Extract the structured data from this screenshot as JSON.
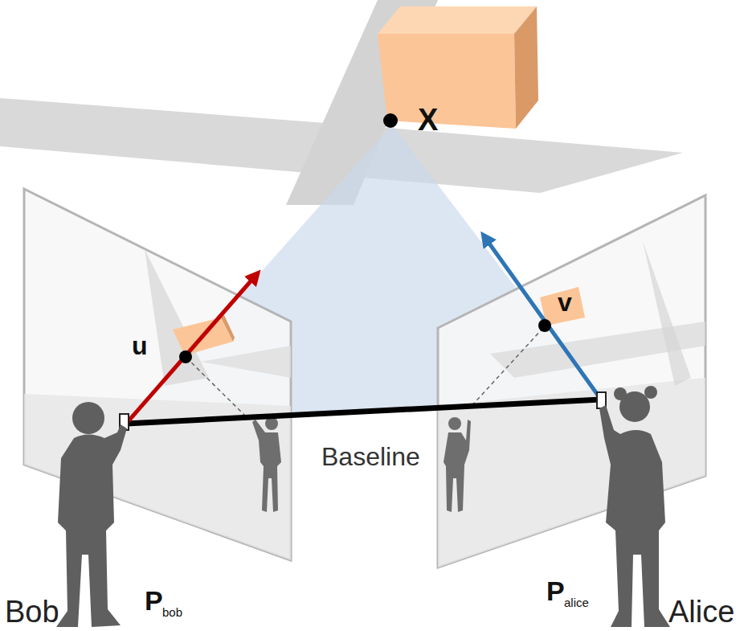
{
  "diagram": {
    "labels": [
      "X",
      "u",
      "v",
      "Baseline",
      "Bob",
      "P",
      "bob",
      "P",
      "alice",
      "Alice"
    ]
  }
}
